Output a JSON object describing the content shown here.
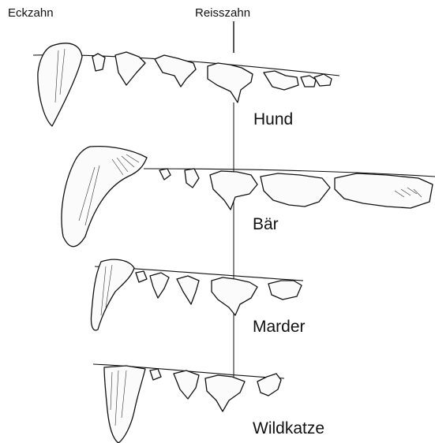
{
  "labels": {
    "canine": "Eckzahn",
    "carnassial": "Reisszahn"
  },
  "animals": [
    {
      "name": "Hund"
    },
    {
      "name": "Bär"
    },
    {
      "name": "Marder"
    },
    {
      "name": "Wildkatze"
    }
  ]
}
